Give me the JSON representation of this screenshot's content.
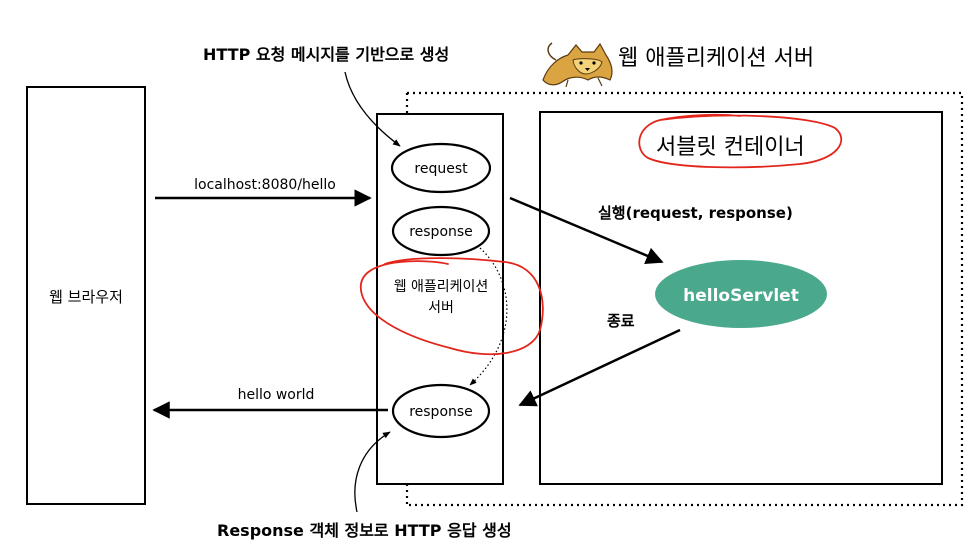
{
  "top_annotation": "HTTP 요청 메시지를 기반으로 생성",
  "bottom_annotation": "Response 객체 정보로 HTTP 응답 생성",
  "web_app_server_title": "웹 애플리케이션 서버",
  "browser_label": "웹 브라우저",
  "request_url": "localhost:8080/hello",
  "response_text": "hello world",
  "request_object": "request",
  "response_object_top": "response",
  "response_object_bottom": "response",
  "middle_label_line1": "웹 애플리케이션",
  "middle_label_line2": "서버",
  "servlet_container": "서블릿 컨테이너",
  "execute_label": "실행(request, response)",
  "end_label": "종료",
  "servlet_name": "helloServlet",
  "colors": {
    "servlet_fill": "#4aa88c",
    "highlight_red": "#e3261c",
    "logo": "#d9a441"
  },
  "logo_icon": "tomcat-cat-icon"
}
